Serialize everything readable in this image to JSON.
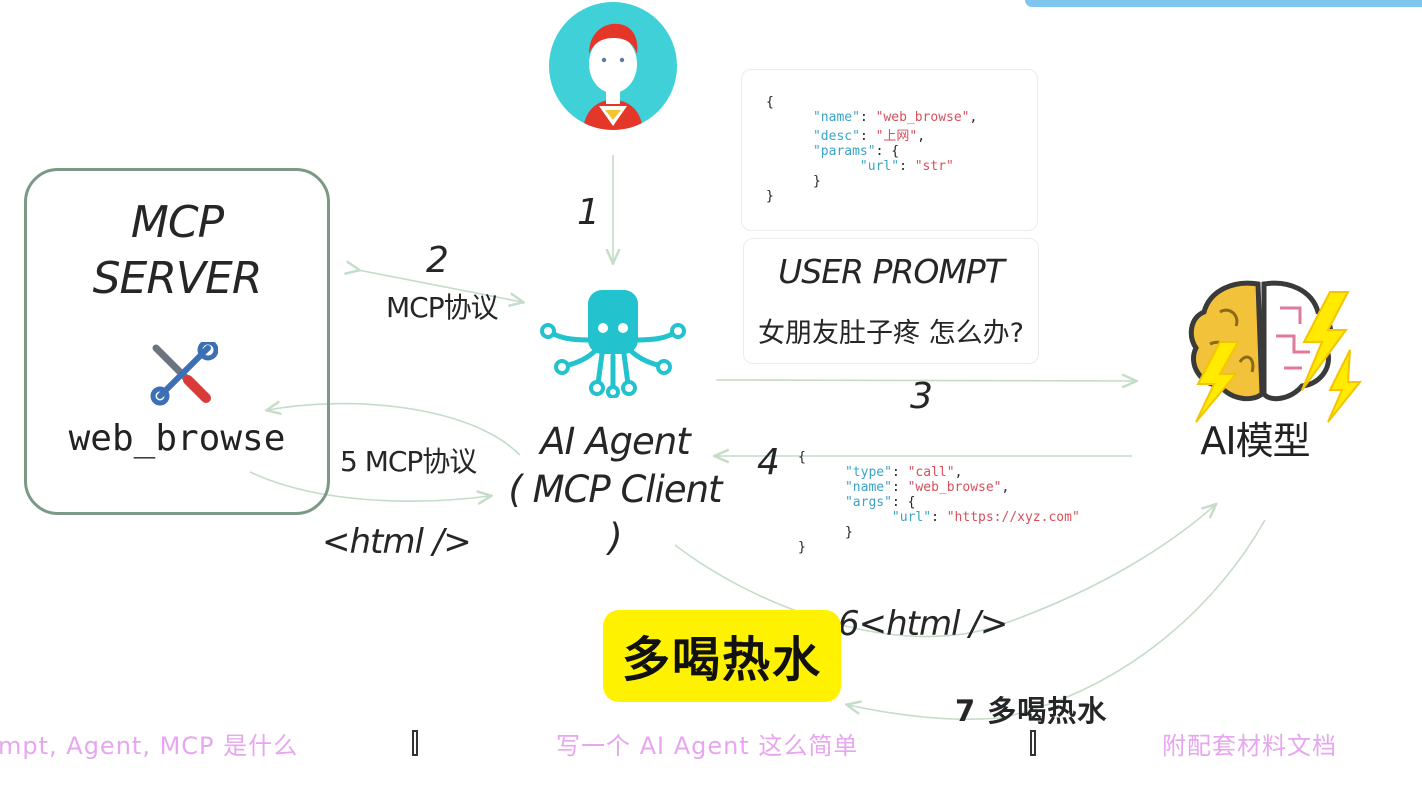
{
  "server": {
    "title_line1": "MCP",
    "title_line2": "SERVER",
    "tool_icon": "wrench-screwdriver-icon",
    "tool_name": "web_browse"
  },
  "user_avatar": "superhero-avatar-icon",
  "tool_schema": {
    "open": "{",
    "name_key": "\"name\"",
    "name_val": "\"web_browse\"",
    "desc_key": "\"desc\"",
    "desc_val": "\"上网\"",
    "params_key": "\"params\"",
    "url_key": "\"url\"",
    "url_val": "\"str\"",
    "inner_close": "}",
    "close": "}"
  },
  "user_prompt": {
    "title": "USER PROMPT",
    "text": "女朋友肚子疼 怎么办?"
  },
  "agent": {
    "icon": "octopus-agent-icon",
    "line1": "AI Agent",
    "line2": "( MCP Client )"
  },
  "model": {
    "icon": "brain-lightning-icon",
    "label": "AI模型"
  },
  "tool_call": {
    "open": "{",
    "type_key": "\"type\"",
    "type_val": "\"call\"",
    "name_key": "\"name\"",
    "name_val": "\"web_browse\"",
    "args_key": "\"args\"",
    "url_key": "\"url\"",
    "url_val": "\"https://xyz.com\"",
    "inner_close": "}",
    "close": "}"
  },
  "steps": {
    "s1": "1",
    "s2": "2",
    "s2_label": "MCP协议",
    "s3": "3",
    "s4": "4",
    "s5_label": "5 MCP协议",
    "html_tag": "<html />",
    "s6_label": "6<html />",
    "s7_label": "7 多喝热水"
  },
  "answer_badge": "多喝热水",
  "captions": {
    "c1": "mpt, Agent, MCP 是什么",
    "c2": "写一个 AI Agent 这么简单",
    "c3": "附配套材料文档"
  },
  "colors": {
    "avatar_bg": "#3fd0d8",
    "agent_icon": "#22c2cf",
    "server_border": "#7b9986",
    "badge_bg": "#fff200",
    "caption": "#e7a6ef",
    "top_bar": "#7fc6ef"
  }
}
